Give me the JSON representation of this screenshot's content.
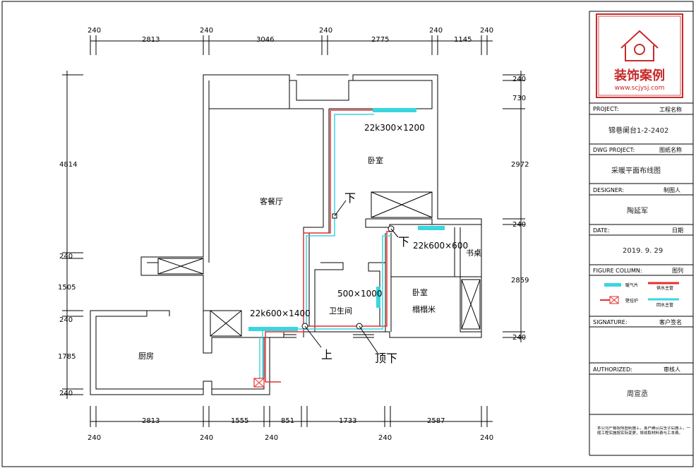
{
  "dimensions": {
    "top_upper": [
      "240",
      "240",
      "240",
      "240",
      "240"
    ],
    "top_lower": [
      "2813",
      "3046",
      "2775",
      "1145"
    ],
    "bottom_upper": [
      "2813",
      "1555",
      "851",
      "1733",
      "2587"
    ],
    "bottom_lower": [
      "240",
      "240",
      "240",
      "240",
      "240"
    ],
    "left": [
      "4814",
      "240",
      "1505",
      "240",
      "1785",
      "240"
    ],
    "right": [
      "240",
      "730",
      "2972",
      "240",
      "2859",
      "240"
    ]
  },
  "rooms": {
    "living_dining": "客餐厅",
    "bedroom_top": "卧室",
    "bedroom_bottom": "卧室",
    "tatami": "榻榻米",
    "study": "书桌",
    "bathroom": "卫生间",
    "kitchen": "厨房"
  },
  "radiators": {
    "bedroom_top": "22k300×1200",
    "bedroom_bottom": "22k600×600",
    "bathroom": "500×1000",
    "living": "22k600×1400"
  },
  "pipe_markers": {
    "down": "下",
    "down2": "下",
    "up": "上",
    "top_down": "顶下"
  },
  "title_block": {
    "logo_text": "装饰案例",
    "logo_url": "www.scjysj.com",
    "project_label": "PROJECT:",
    "project_label_cn": "工程名称",
    "project_value": "锦巷阑台1-2-2402",
    "dwg_label": "DWG PROJECT:",
    "dwg_label_cn": "图纸名称",
    "dwg_value": "采暖平面布线图",
    "designer_label": "DESIGNER:",
    "designer_label_cn": "制图人",
    "designer_value": "陶延军",
    "date_label": "DATE:",
    "date_label_cn": "日期",
    "date_value": "2019. 9. 29",
    "figure_label": "FIGURE COLUMN:",
    "figure_label_cn": "图列",
    "legend_radiator": "暖气片",
    "legend_hot": "供水主管",
    "legend_boiler": "壁挂炉",
    "legend_return": "回水主管",
    "signature_label": "SIGNATURE:",
    "signature_label_cn": "客户签名",
    "authorized_label": "AUTHORIZED:",
    "authorized_label_cn": "审核人",
    "authorized_value": "周宣丞",
    "note": "本公司严格按照图纸施工，客户确认后签字后施工，一般工程实施按实际变更，将收取材料费与工本费。"
  },
  "colors": {
    "supply_pipe": "#e53030",
    "return_pipe": "#3ad6e0",
    "radiator": "#3ad6e0",
    "border": "#000000"
  }
}
